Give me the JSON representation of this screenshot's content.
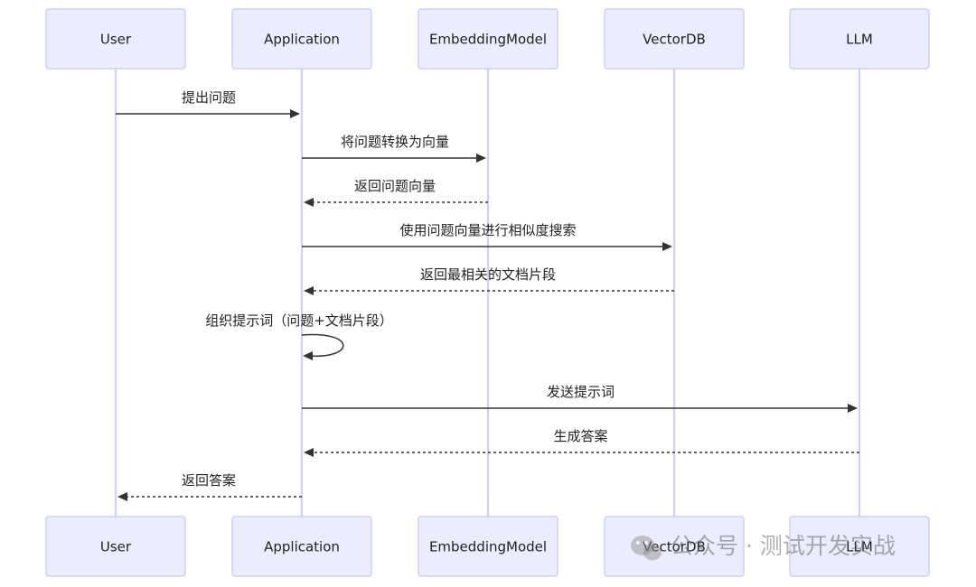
{
  "participants": [
    {
      "id": "user",
      "label": "User"
    },
    {
      "id": "application",
      "label": "Application"
    },
    {
      "id": "embeddingmodel",
      "label": "EmbeddingModel"
    },
    {
      "id": "vectordb",
      "label": "VectorDB"
    },
    {
      "id": "llm",
      "label": "LLM"
    }
  ],
  "messages": [
    {
      "from": 0,
      "to": 1,
      "label": "提出问题",
      "style": "solid"
    },
    {
      "from": 1,
      "to": 2,
      "label": "将问题转换为向量",
      "style": "solid"
    },
    {
      "from": 2,
      "to": 1,
      "label": "返回问题向量",
      "style": "dashed"
    },
    {
      "from": 1,
      "to": 3,
      "label": "使用问题向量进行相似度搜索",
      "style": "solid"
    },
    {
      "from": 3,
      "to": 1,
      "label": "返回最相关的文档片段",
      "style": "dashed"
    },
    {
      "from": 1,
      "to": 1,
      "label": "组织提示词（问题+文档片段）",
      "style": "self"
    },
    {
      "from": 1,
      "to": 4,
      "label": "发送提示词",
      "style": "solid"
    },
    {
      "from": 4,
      "to": 1,
      "label": "生成答案",
      "style": "dashed"
    },
    {
      "from": 1,
      "to": 0,
      "label": "返回答案",
      "style": "dashed"
    }
  ],
  "watermark": {
    "icon": "wechat-icon",
    "text": "公众号 · 测试开发实战"
  },
  "colors": {
    "participant_fill": "#ececff",
    "participant_stroke": "#cfcff5",
    "lifeline": "#d3d0f7",
    "message": "#333333"
  }
}
